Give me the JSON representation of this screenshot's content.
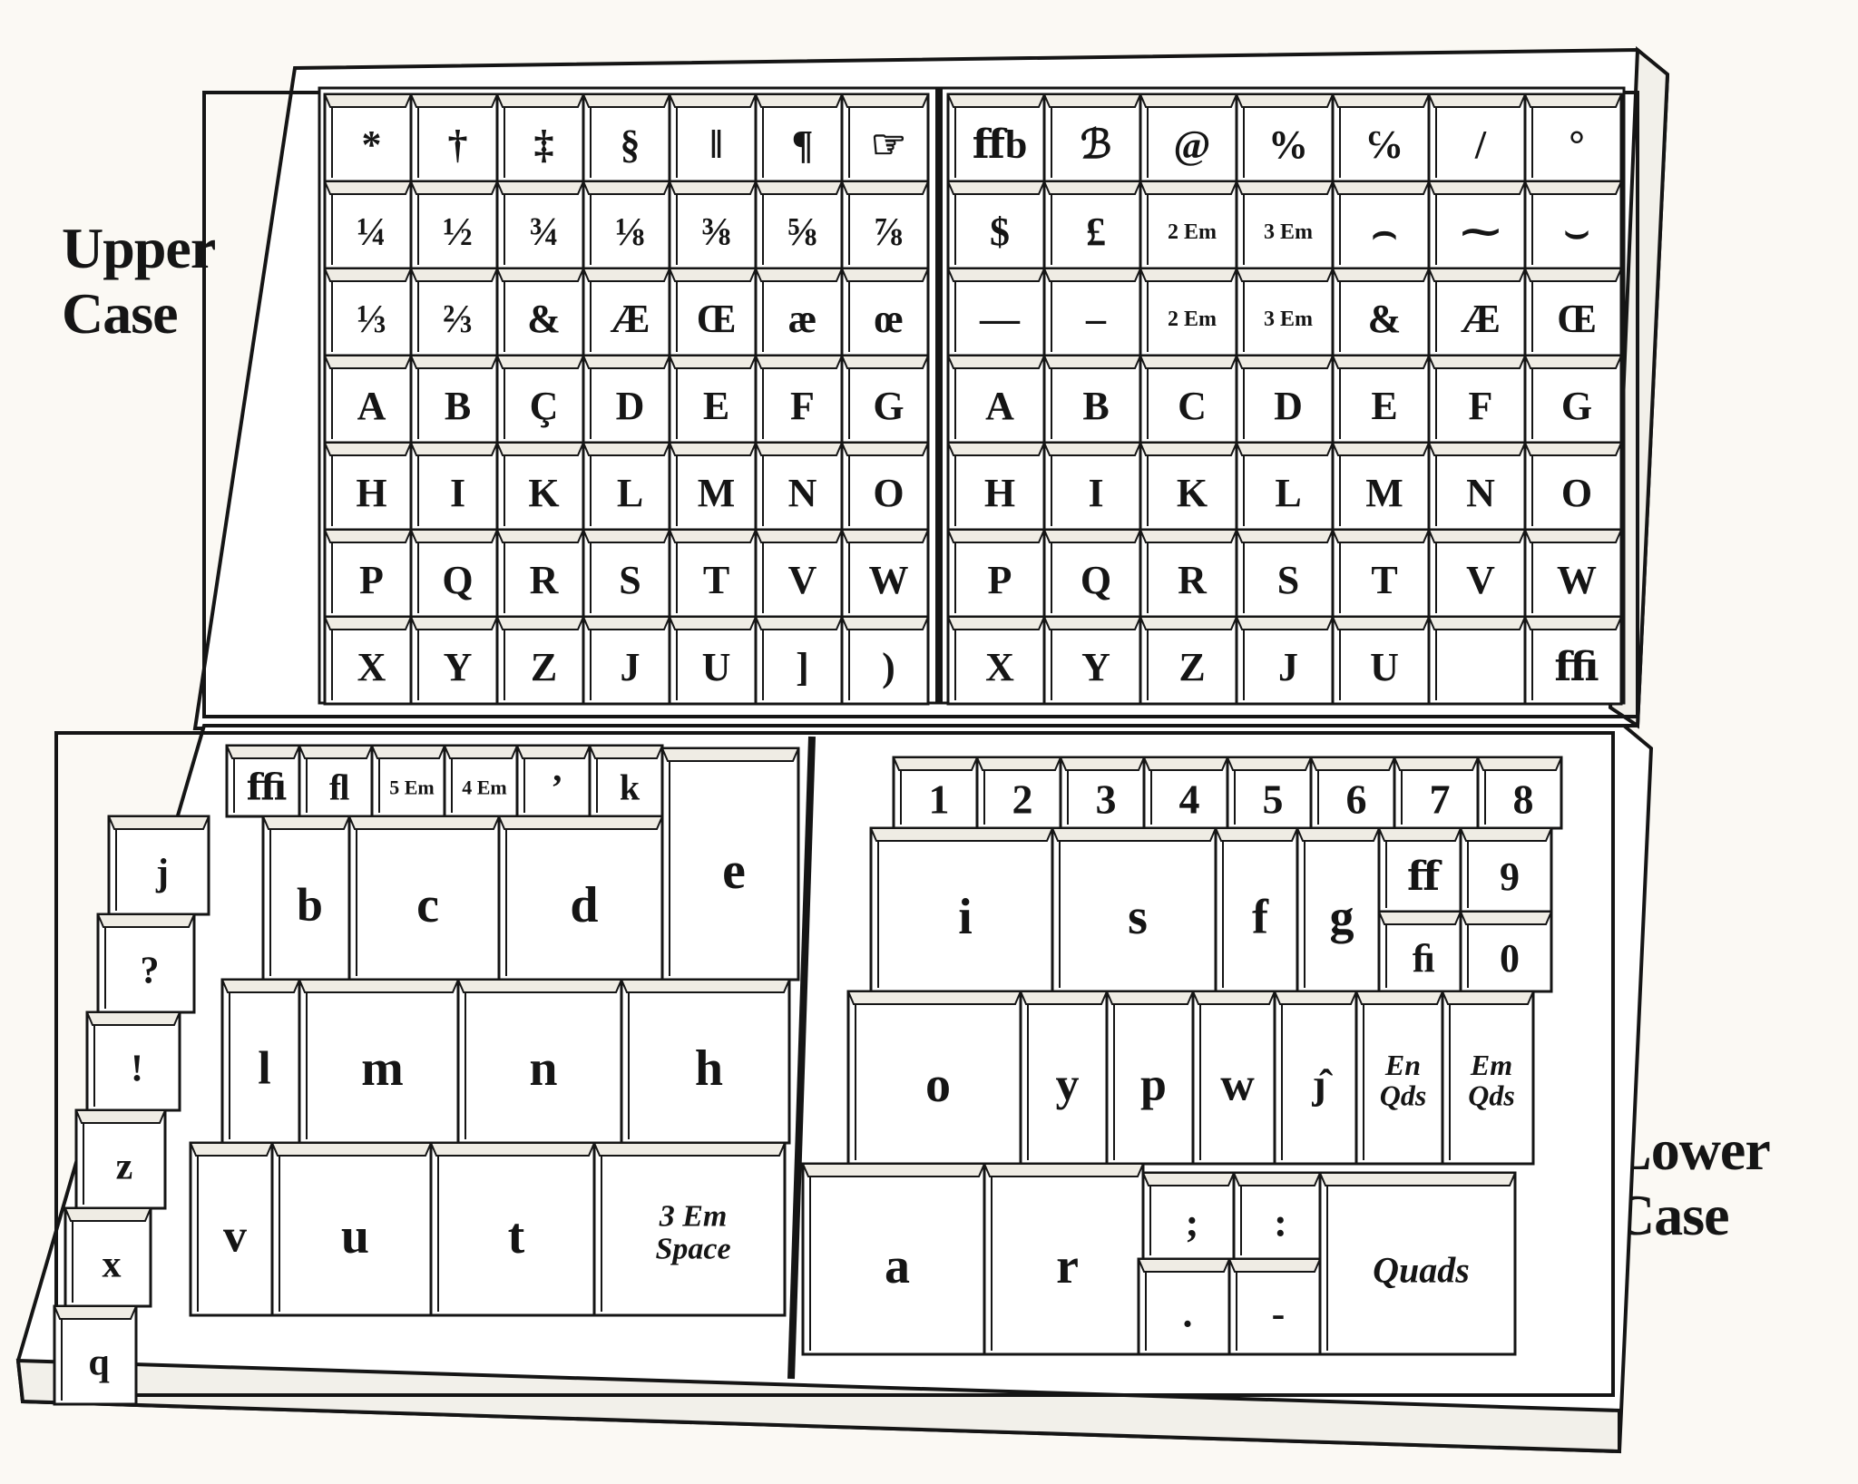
{
  "labels": {
    "upper_line1": "Upper",
    "upper_line2": "Case",
    "lower_line1": "Lower",
    "lower_line2": "Case"
  },
  "upper_case": {
    "left_half": [
      [
        "*",
        "†",
        "‡",
        "§",
        "‖",
        "¶",
        "☞"
      ],
      [
        "¼",
        "½",
        "¾",
        "⅛",
        "⅜",
        "⅝",
        "⅞"
      ],
      [
        "⅓",
        "⅔",
        "&",
        "Æ",
        "Œ",
        "æ",
        "œ"
      ],
      [
        "A",
        "B",
        "Ç",
        "D",
        "E",
        "F",
        "G"
      ],
      [
        "H",
        "I",
        "K",
        "L",
        "M",
        "N",
        "O"
      ],
      [
        "P",
        "Q",
        "R",
        "S",
        "T",
        "V",
        "W"
      ],
      [
        "X",
        "Y",
        "Z",
        "J",
        "U",
        "]",
        ")"
      ]
    ],
    "right_half": [
      [
        "ﬀb",
        "ℬ",
        "@",
        "%",
        "℅",
        "/",
        "°"
      ],
      [
        "$",
        "£",
        "2 Em",
        "3 Em",
        "⌢",
        "⁓",
        "⌣"
      ],
      [
        "—",
        "–",
        "2 Em",
        "3 Em",
        "&",
        "Æ",
        "Œ"
      ],
      [
        "A",
        "B",
        "C",
        "D",
        "E",
        "F",
        "G"
      ],
      [
        "H",
        "I",
        "K",
        "L",
        "M",
        "N",
        "O"
      ],
      [
        "P",
        "Q",
        "R",
        "S",
        "T",
        "V",
        "W"
      ],
      [
        "X",
        "Y",
        "Z",
        "J",
        "U",
        "",
        "ﬃ"
      ]
    ]
  },
  "lower_case": {
    "top_row_left": [
      "ﬃ",
      "ﬂ",
      "5 Em",
      "4 Em",
      "’",
      "k"
    ],
    "top_row_right": [
      "1",
      "2",
      "3",
      "4",
      "5",
      "6",
      "7",
      "8"
    ],
    "side_column": [
      "j",
      "?",
      "!",
      "z",
      "x",
      "q"
    ],
    "left_cells": {
      "b": "b",
      "c": "c",
      "d": "d",
      "e": "e",
      "l": "l",
      "m": "m",
      "n": "n",
      "h": "h",
      "v": "v",
      "u": "u",
      "t": "t",
      "space_line1": "3 Em",
      "space_line2": "Space"
    },
    "right_cells": {
      "i": "i",
      "s": "s",
      "f": "f",
      "g": "g",
      "ff": "ﬀ",
      "nine": "9",
      "fi": "ﬁ",
      "zero": "0",
      "o": "o",
      "y": "y",
      "p": "p",
      "w": "w",
      "comma": "ȷ̂",
      "en_line1": "En",
      "en_line2": "Qds",
      "em_line1": "Em",
      "em_line2": "Qds",
      "a": "a",
      "r": "r",
      "semicolon": ";",
      "colon": ":",
      "period": ".",
      "hyphen": "-",
      "quads": "Quads"
    }
  }
}
